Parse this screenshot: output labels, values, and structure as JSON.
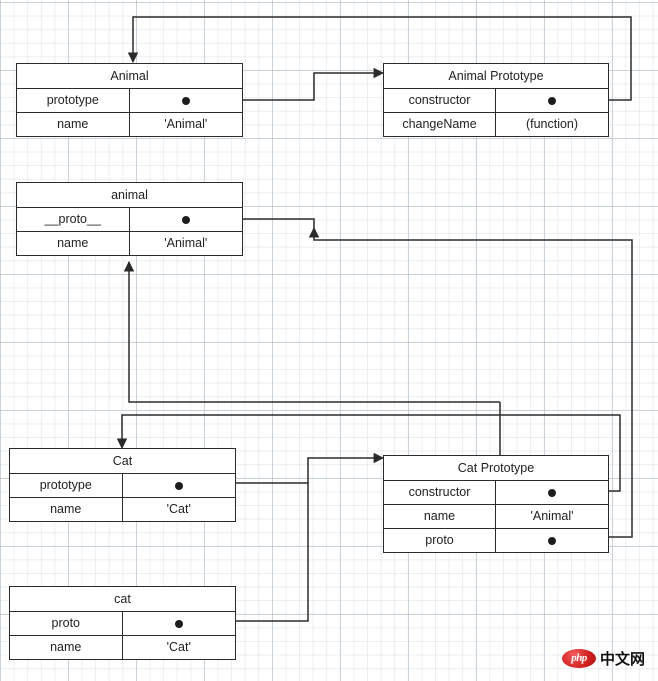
{
  "diagram": {
    "title": "JavaScript prototype chain diagram",
    "line_color": "#2b2b2b",
    "box_border_color": "#2b2b2b",
    "box_fill": "#ffffff",
    "grid_color": "#bec8d2"
  },
  "boxes": [
    {
      "id": "animal-constructor",
      "header": "Animal",
      "rows": [
        {
          "key": "prototype",
          "value": "",
          "is_pointer": true
        },
        {
          "key": "name",
          "value": "'Animal'",
          "is_pointer": false
        }
      ]
    },
    {
      "id": "animal-prototype",
      "header": "Animal Prototype",
      "rows": [
        {
          "key": "constructor",
          "value": "",
          "is_pointer": true
        },
        {
          "key": "changeName",
          "value": "(function)",
          "is_pointer": false
        }
      ]
    },
    {
      "id": "animal-instance",
      "header": "animal",
      "rows": [
        {
          "key": "__proto__",
          "value": "",
          "is_pointer": true
        },
        {
          "key": "name",
          "value": "'Animal'",
          "is_pointer": false
        }
      ]
    },
    {
      "id": "cat-constructor",
      "header": "Cat",
      "rows": [
        {
          "key": "prototype",
          "value": "",
          "is_pointer": true
        },
        {
          "key": "name",
          "value": "'Cat'",
          "is_pointer": false
        }
      ]
    },
    {
      "id": "cat-prototype",
      "header": "Cat Prototype",
      "rows": [
        {
          "key": "constructor",
          "value": "",
          "is_pointer": true
        },
        {
          "key": "name",
          "value": "'Animal'",
          "is_pointer": false
        },
        {
          "key": "proto",
          "value": "",
          "is_pointer": true
        }
      ]
    },
    {
      "id": "cat-instance",
      "header": "cat",
      "rows": [
        {
          "key": "proto",
          "value": "",
          "is_pointer": true
        },
        {
          "key": "name",
          "value": "'Cat'",
          "is_pointer": false
        }
      ]
    }
  ],
  "edges": [
    {
      "id": "animal-prototype-to-animal-prototype-box",
      "from": "animal-constructor.prototype",
      "to": "animal-prototype"
    },
    {
      "id": "animal-prototype-constructor-to-animal",
      "from": "animal-prototype.constructor",
      "to": "animal-constructor"
    },
    {
      "id": "animal-instance-proto-to-animal-prototype",
      "from": "animal-instance.__proto__",
      "to": "animal-prototype"
    },
    {
      "id": "cat-prototype-proto-to-animal-prototype",
      "from": "cat-prototype.proto",
      "to": "animal-prototype"
    },
    {
      "id": "cat-prototype-constructor-to-cat",
      "from": "cat-prototype.constructor",
      "to": "cat-constructor"
    },
    {
      "id": "cat-prototype-to-cat-prototype-box",
      "from": "cat-constructor.prototype",
      "to": "cat-prototype"
    },
    {
      "id": "cat-instance-proto-to-cat-prototype",
      "from": "cat-instance.proto",
      "to": "cat-prototype"
    },
    {
      "id": "cat-prototype-chain-to-animal-instance",
      "from": "cat-prototype",
      "to": "animal-instance"
    }
  ],
  "watermark": {
    "badge_text": "php",
    "label": "中文网"
  }
}
